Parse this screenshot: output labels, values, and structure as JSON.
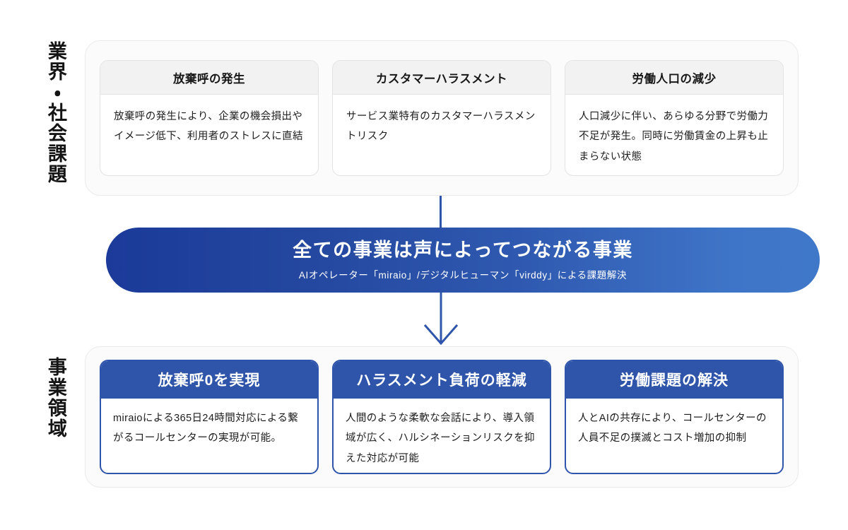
{
  "sections": {
    "issues": {
      "side_label": "業界・社会課題",
      "cards": [
        {
          "title": "放棄呼の発生",
          "body": "放棄呼の発生により、企業の機会損出やイメージ低下、利用者のストレスに直結"
        },
        {
          "title": "カスタマーハラスメント",
          "body": "サービス業特有のカスタマーハラスメントリスク"
        },
        {
          "title": "労働人口の減少",
          "body": "人口減少に伴い、あらゆる分野で労働力不足が発生。同時に労働賃金の上昇も止まらない状態"
        }
      ]
    },
    "business": {
      "side_label": "事業領域",
      "cards": [
        {
          "title": "放棄呼0を実現",
          "body": "miraioによる365日24時間対応による繋がるコールセンターの実現が可能。"
        },
        {
          "title": "ハラスメント負荷の軽減",
          "body": "人間のような柔軟な会話により、導入領域が広く、ハルシネーションリスクを抑えた対応が可能"
        },
        {
          "title": "労働課題の解決",
          "body": "人とAIの共存により、コールセンターの人員不足の撲滅とコスト増加の抑制"
        }
      ]
    }
  },
  "banner": {
    "title": "全ての事業は声によってつながる事業",
    "subtitle": "AIオペレーター「miraio」/デジタルヒューマン「virddy」による課題解決"
  },
  "colors": {
    "brand_blue": "#2f55ab",
    "banner_gradient_start": "#1b3a99",
    "banner_gradient_end": "#4078c9",
    "card_header_gray": "#f2f2f2",
    "panel_background": "#fbfbfb"
  },
  "icons": {
    "connector_line": "vertical-line",
    "connector_arrow": "arrow-down-icon"
  }
}
